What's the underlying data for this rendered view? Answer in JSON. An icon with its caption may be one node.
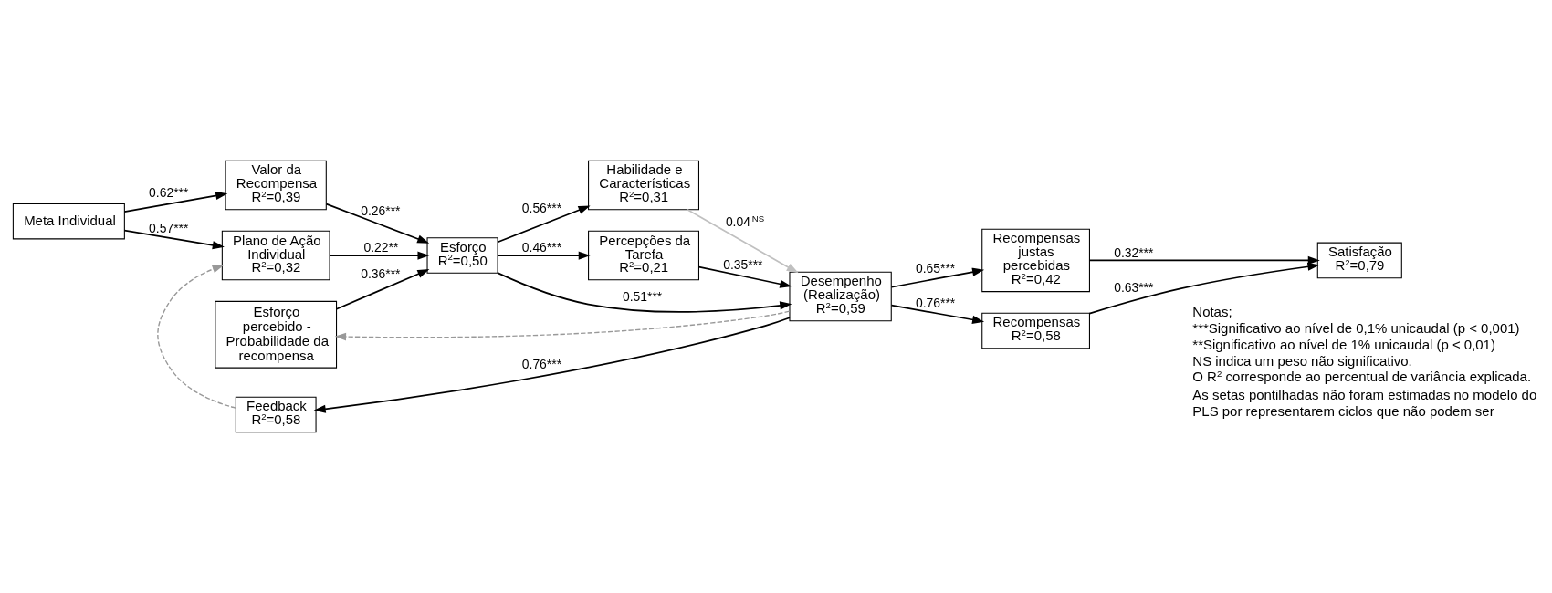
{
  "diagram": {
    "nodes": [
      {
        "text": [
          "Meta Individual"
        ]
      },
      {
        "text": [
          "Valor da Recompensa",
          "R$^{2}$=0,39"
        ]
      },
      {
        "text": [
          "Plano de Ação Individual",
          "R$^{2}$=0,32"
        ]
      },
      {
        "text": [
          "Esforço",
          "R$^{2}$=0,50"
        ]
      },
      {
        "text": [
          "Habilidade e Características",
          "R$^{2}$=0,31"
        ]
      },
      {
        "text": [
          "Esforço percebido - Probabilidade da recompensa"
        ]
      },
      {
        "text": [
          "Percepções da Tarefa",
          "R$^{2}$=0,21"
        ]
      },
      {
        "text": [
          "Desempenho (Realização)",
          "R$^{2}$=0,59"
        ]
      },
      {
        "text": [
          "Recompensas justas percebidas",
          "R$^{2}$=0,42"
        ]
      },
      {
        "text": [
          "Recompensas",
          "R$^{2}$=0,58"
        ]
      },
      {
        "text": [
          "Satisfação",
          "R$^{2}$=0,79"
        ]
      },
      {
        "text": [
          "Feedback",
          "R$^{2}$=0,58"
        ]
      }
    ],
    "edges": [
      {
        "from": 0,
        "to": 1,
        "arrow": "to",
        "label": "0.62***"
      },
      {
        "from": 0,
        "to": 2,
        "arrow": "to",
        "label": "0.57***"
      },
      {
        "from": 1,
        "to": 3,
        "arrow": "to",
        "label": "0.26***"
      },
      {
        "from": 2,
        "to": 3,
        "arrow": "to",
        "label": "0.22**"
      },
      {
        "from": 3,
        "to": 4,
        "arrow": "to",
        "label": "0.56***"
      },
      {
        "from": 5,
        "to": 3,
        "arrow": "to",
        "label": "0.36***"
      },
      {
        "from": 3,
        "to": 6,
        "arrow": "to",
        "label": "0.46***"
      },
      {
        "from": 3,
        "to": 7,
        "arrow": "to",
        "label": "0.51***"
      },
      {
        "from": 4,
        "to": 7,
        "arrow": "to",
        "label": "0.04$^{NS}$",
        "color": "#c0c0c0"
      },
      {
        "from": 6,
        "to": 7,
        "arrow": "to",
        "label": "0.35***"
      },
      {
        "from": 7,
        "to": 8,
        "arrow": "to",
        "label": "0.65***"
      },
      {
        "from": 7,
        "to": 9,
        "arrow": "to",
        "label": "0.76***"
      },
      {
        "from": 9,
        "to": 10,
        "arrow": "to",
        "label": "0.63***"
      },
      {
        "from": 8,
        "to": 10,
        "arrow": "to",
        "label": "0.32***"
      },
      {
        "from": 7,
        "to": 11,
        "arrow": "to",
        "label": "0.76***"
      },
      {
        "from": 11,
        "to": 2,
        "arrow": "to",
        "style": "dashed",
        "color": "#999999"
      },
      {
        "from": 7,
        "to": 5,
        "arrow": "to",
        "style": "dashed",
        "color": "#999999"
      }
    ],
    "labels": [
      "Notas;",
      "***Significativo ao nível de 0,1% unicaudal (p < 0,001)",
      "**Significativo ao nível de 1% unicaudal (p < 0,01)",
      "NS indica um peso não significativo.",
      "O R$^{2}$ corresponde ao percentual de variância explicada.",
      "As setas pontilhadas não foram estimadas no modelo do",
      "PLS por representarem ciclos que não podem ser"
    ]
  }
}
